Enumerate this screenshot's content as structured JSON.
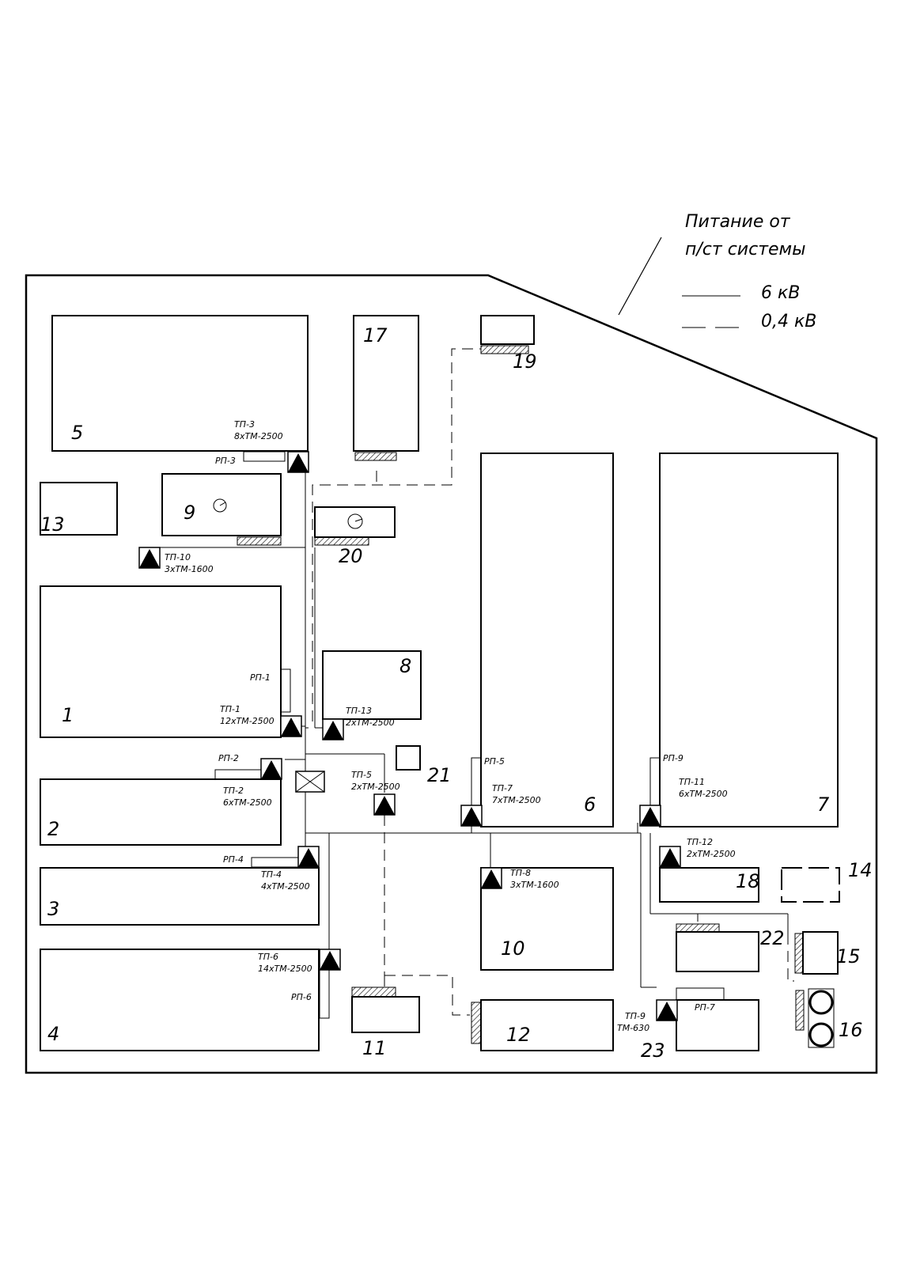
{
  "legend": {
    "supply_line1": "Питание от",
    "supply_line2": "п/ст системы",
    "line_6kv": "6 кВ",
    "line_04kv": "0,4 кВ"
  },
  "buildings": {
    "b1": "1",
    "b2": "2",
    "b3": "3",
    "b4": "4",
    "b5": "5",
    "b6": "6",
    "b7": "7",
    "b8": "8",
    "b9": "9",
    "b10": "10",
    "b11": "11",
    "b12": "12",
    "b13": "13",
    "b14": "14",
    "b15": "15",
    "b16": "16",
    "b17": "17",
    "b18": "18",
    "b19": "19",
    "b20": "20",
    "b21": "21",
    "b22": "22",
    "b23": "23"
  },
  "substations": {
    "tp1": {
      "name": "ТП-1",
      "spec": "12хТМ-2500"
    },
    "tp2": {
      "name": "ТП-2",
      "spec": "6хТМ-2500"
    },
    "tp3": {
      "name": "ТП-3",
      "spec": "8хТМ-2500"
    },
    "tp4": {
      "name": "ТП-4",
      "spec": "4хТМ-2500"
    },
    "tp5": {
      "name": "ТП-5",
      "spec": "2хТМ-2500"
    },
    "tp6": {
      "name": "ТП-6",
      "spec": "14хТМ-2500"
    },
    "tp7": {
      "name": "ТП-7",
      "spec": "7хТМ-2500"
    },
    "tp8": {
      "name": "ТП-8",
      "spec": "3хТМ-1600"
    },
    "tp9": {
      "name": "ТП-9",
      "spec": "ТМ-630"
    },
    "tp10": {
      "name": "ТП-10",
      "spec": "3хТМ-1600"
    },
    "tp11": {
      "name": "ТП-11",
      "spec": "6хТМ-2500"
    },
    "tp12": {
      "name": "ТП-12",
      "spec": "2хТМ-2500"
    },
    "tp13": {
      "name": "ТП-13",
      "spec": "2хТМ-2500"
    }
  },
  "distribution_points": {
    "rp1": "РП-1",
    "rp2": "РП-2",
    "rp3": "РП-3",
    "rp4": "РП-4",
    "rp5": "РП-5",
    "rp6": "РП-6",
    "rp7": "РП-7",
    "rp9": "РП-9"
  }
}
